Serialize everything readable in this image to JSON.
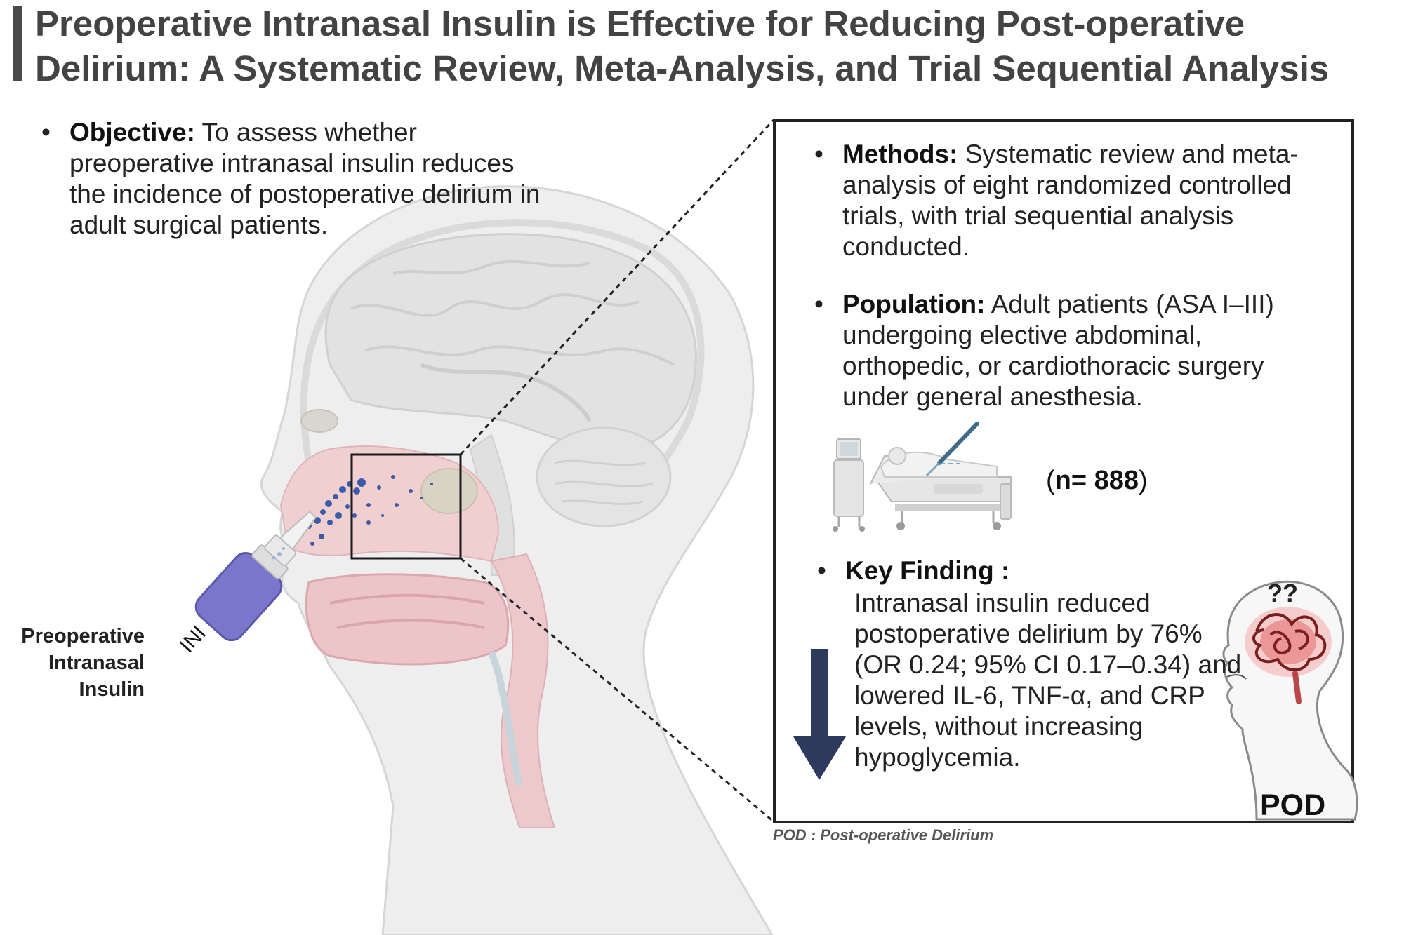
{
  "title": {
    "line1": "Preoperative Intranasal Insulin is Effective for Reducing Post-operative",
    "line2": "Delirium: A Systematic Review, Meta-Analysis, and Trial Sequential Analysis"
  },
  "objective": {
    "label": "Objective:",
    "text": " To assess whether preoperative intranasal insulin reduces the incidence of postoperative delirium in adult surgical patients."
  },
  "methods": {
    "label": "Methods:",
    "text": " Systematic review and meta-analysis of eight randomized controlled trials, with trial sequential analysis conducted."
  },
  "population": {
    "label": "Population:",
    "text": " Adult patients (ASA I–III) undergoing elective abdominal, orthopedic, or cardiothoracic surgery under general anesthesia."
  },
  "sample": {
    "open": "(",
    "value": "n= 888",
    "close": ")"
  },
  "key_finding": {
    "label": "Key Finding :",
    "text": "Intranasal insulin reduced postoperative delirium by 76% (OR 0.24; 95% CI 0.17–0.34) and lowered IL-6, TNF-α, and CRP levels, without increasing hypoglycemia."
  },
  "spray_label": {
    "line1": "Preoperative",
    "line2": "Intranasal",
    "line3": "Insulin"
  },
  "bottle_text": "INI",
  "pod_label": "POD",
  "question_marks": "??",
  "footnote": "POD : Post-operative Delirium",
  "bullet": "•",
  "icons": [
    "head-anatomy-icon",
    "nasal-spray-icon",
    "hospital-bed-icon",
    "down-arrow-icon",
    "confused-head-icon"
  ],
  "colors": {
    "title": "#434343",
    "arrow": "#2d3a5e",
    "spray_bottle": "#7a76cc",
    "nasal_tissue": "#e9b9bd",
    "brain_confusion": "#d94a4a"
  }
}
